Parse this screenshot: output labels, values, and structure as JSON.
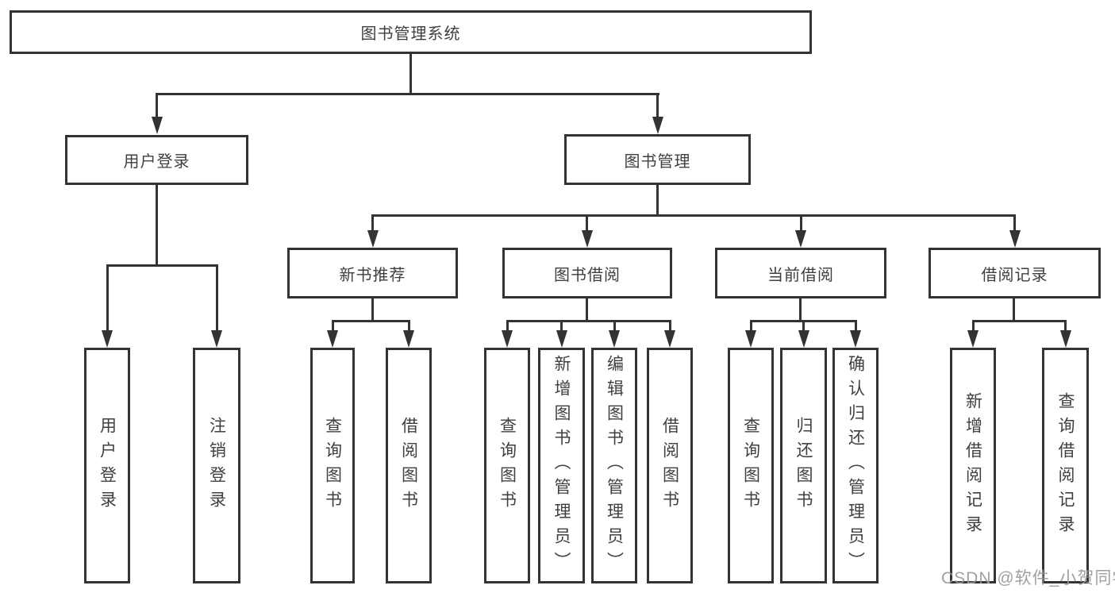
{
  "diagram": {
    "root": {
      "label": "图书管理系统"
    },
    "branches": [
      {
        "label": "用户登录",
        "leaves": [
          {
            "label": "用户登录"
          },
          {
            "label": "注销登录"
          }
        ]
      },
      {
        "label": "图书管理",
        "sections": [
          {
            "label": "新书推荐",
            "leaves": [
              {
                "label": "查询图书"
              },
              {
                "label": "借阅图书"
              }
            ]
          },
          {
            "label": "图书借阅",
            "leaves": [
              {
                "label": "查询图书"
              },
              {
                "label": "新增图书（管理员）"
              },
              {
                "label": "编辑图书（管理员）"
              },
              {
                "label": "借阅图书"
              }
            ]
          },
          {
            "label": "当前借阅",
            "leaves": [
              {
                "label": "查询图书"
              },
              {
                "label": "归还图书"
              },
              {
                "label": "确认归还（管理员）"
              }
            ]
          },
          {
            "label": "借阅记录",
            "leaves": [
              {
                "label": "新增借阅记录"
              },
              {
                "label": "查询借阅记录"
              }
            ]
          }
        ]
      }
    ]
  },
  "watermark": {
    "text": "CSDN @软件_小贺同学"
  },
  "colors": {
    "line": "#333333",
    "text": "#3f3f3f",
    "watermark": "#989898"
  }
}
